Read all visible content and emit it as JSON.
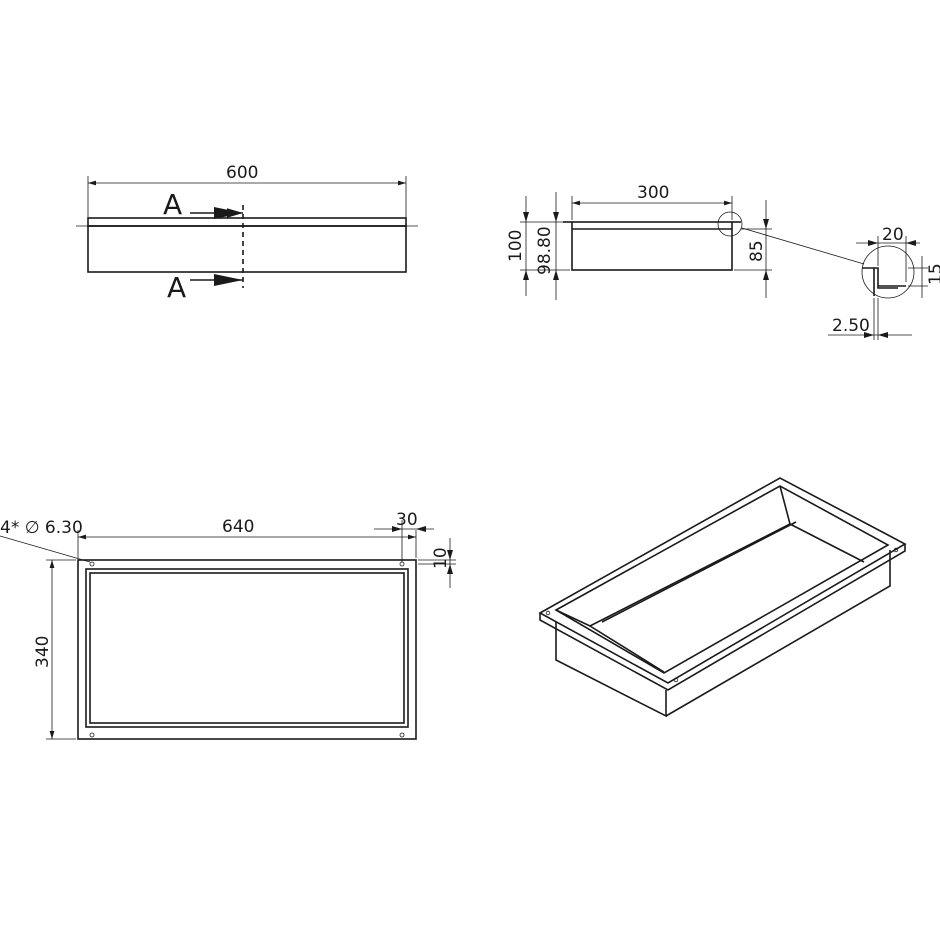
{
  "front_view": {
    "width_label": "600",
    "section_label_top": "A",
    "section_label_bottom": "A"
  },
  "side_view": {
    "depth_label": "300",
    "height_total_label": "100",
    "height_inner_label": "98.80",
    "height_body_label": "85"
  },
  "detail_view": {
    "flange_width_label": "20",
    "flange_height_label": "15",
    "thickness_label": "2.50"
  },
  "top_view": {
    "hole_label": "4* ∅ 6.30",
    "width_label": "640",
    "height_label": "340",
    "flange_offset_label": "30",
    "hole_offset_label": "10"
  },
  "iso_view": {}
}
